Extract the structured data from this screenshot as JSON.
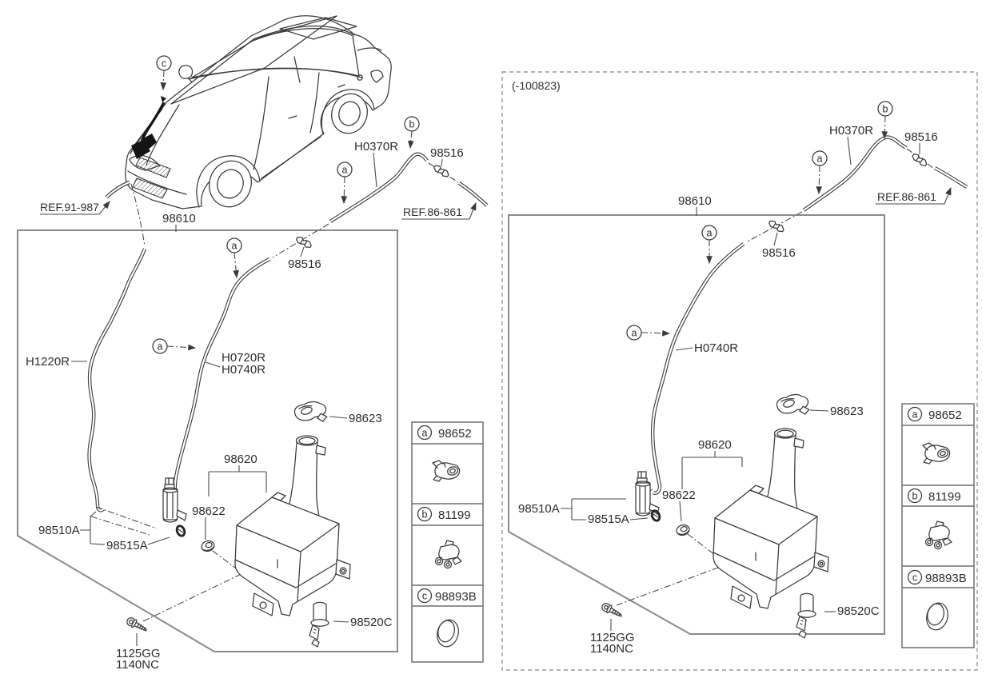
{
  "page": {
    "background": "#ffffff",
    "line_color": "#3a3a3a",
    "box_color": "#8a8a8a",
    "text_color": "#2d2d2d"
  },
  "legend": {
    "rows": [
      {
        "key": "a",
        "part": "98652",
        "icon": "hose-clip-icon"
      },
      {
        "key": "b",
        "part": "81199",
        "icon": "hose-clip-icon"
      },
      {
        "key": "c",
        "part": "98893B",
        "icon": "grommet-ring-icon"
      }
    ]
  },
  "figure_left": {
    "hose_assembly": "98610",
    "ref_cowl": "REF.91-987",
    "ref_rear": "REF.86-861",
    "hose_top": "H0370R",
    "connector_top": "98516",
    "connector_inner": "98516",
    "hose_side": "H1220R",
    "hose_mid_1": "H0720R",
    "hose_mid_2": "H0740R",
    "cap": "98623",
    "reservoir": "98620",
    "grommet": "98622",
    "washer_pump": "98510A",
    "pump_grommet": "98515A",
    "rear_pump": "98520C",
    "bolt_1": "1125GG",
    "bolt_2": "1140NC",
    "callout_a": "a",
    "callout_b": "b",
    "callout_c": "c"
  },
  "figure_right": {
    "variant_note": "(-100823)",
    "hose_assembly": "98610",
    "ref_rear": "REF.86-861",
    "hose_top": "H0370R",
    "connector_top": "98516",
    "connector_inner": "98516",
    "hose_mid": "H0740R",
    "cap": "98623",
    "reservoir": "98620",
    "grommet": "98622",
    "washer_pump": "98510A",
    "pump_grommet": "98515A",
    "rear_pump": "98520C",
    "bolt_1": "1125GG",
    "bolt_2": "1140NC",
    "callout_a": "a",
    "callout_b": "b"
  }
}
